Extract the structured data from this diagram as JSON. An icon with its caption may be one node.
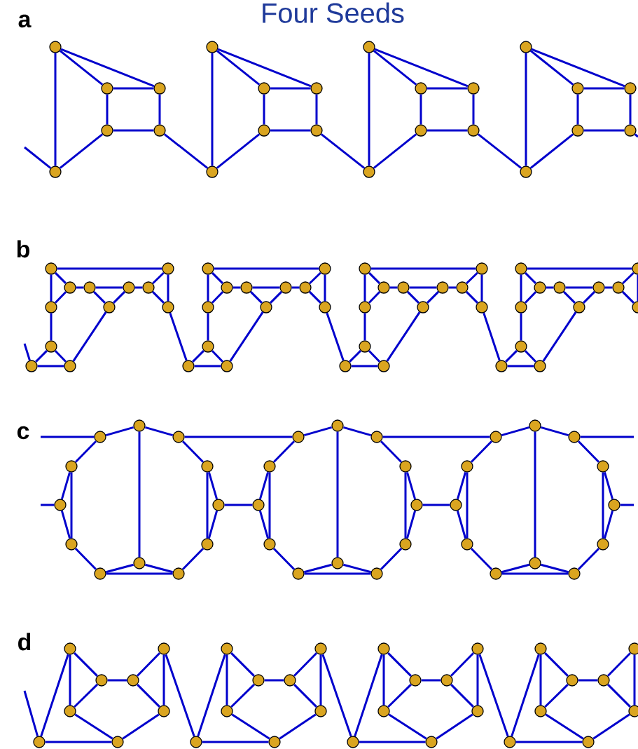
{
  "diagram": {
    "title": "Four Seeds",
    "labels": [
      "a",
      "b",
      "c",
      "d"
    ],
    "nodes": [
      {
        "text": [],
        "shape": "circle"
      },
      {
        "text": [],
        "shape": "circle"
      },
      {
        "text": [],
        "shape": "circle"
      },
      {
        "text": [],
        "shape": "circle"
      },
      {
        "text": [],
        "shape": "circle"
      },
      {
        "text": [],
        "shape": "circle"
      },
      {
        "text": [],
        "shape": "circle"
      },
      {
        "text": [],
        "shape": "circle"
      },
      {
        "text": [],
        "shape": "circle"
      },
      {
        "text": [],
        "shape": "circle"
      },
      {
        "text": [],
        "shape": "circle"
      },
      {
        "text": [],
        "shape": "circle"
      },
      {
        "text": [],
        "shape": "circle"
      },
      {
        "text": [],
        "shape": "circle"
      },
      {
        "text": [],
        "shape": "circle"
      },
      {
        "text": [],
        "shape": "circle"
      },
      {
        "text": [],
        "shape": "circle"
      },
      {
        "text": [],
        "shape": "circle"
      },
      {
        "text": [],
        "shape": "circle"
      },
      {
        "text": [],
        "shape": "circle"
      },
      {
        "text": [],
        "shape": "circle"
      },
      {
        "text": [],
        "shape": "circle"
      },
      {
        "text": [],
        "shape": "circle"
      },
      {
        "text": [],
        "shape": "circle"
      },
      {
        "text": [],
        "shape": "circle"
      },
      {
        "text": [],
        "shape": "circle"
      },
      {
        "text": [],
        "shape": "circle"
      },
      {
        "text": [],
        "shape": "circle"
      },
      {
        "text": [],
        "shape": "circle"
      },
      {
        "text": [],
        "shape": "circle"
      },
      {
        "text": [],
        "shape": "circle"
      },
      {
        "text": [],
        "shape": "circle"
      },
      {
        "text": [],
        "shape": "circle"
      },
      {
        "text": [],
        "shape": "circle"
      },
      {
        "text": [],
        "shape": "circle"
      },
      {
        "text": [],
        "shape": "circle"
      },
      {
        "text": [],
        "shape": "circle"
      },
      {
        "text": [],
        "shape": "circle"
      },
      {
        "text": [],
        "shape": "circle"
      },
      {
        "text": [],
        "shape": "circle"
      },
      {
        "text": [],
        "shape": "circle"
      },
      {
        "text": [],
        "shape": "circle"
      },
      {
        "text": [],
        "shape": "circle"
      },
      {
        "text": [],
        "shape": "circle"
      },
      {
        "text": [],
        "shape": "circle"
      },
      {
        "text": [],
        "shape": "circle"
      },
      {
        "text": [],
        "shape": "circle"
      },
      {
        "text": [],
        "shape": "circle"
      },
      {
        "text": [],
        "shape": "circle"
      },
      {
        "text": [],
        "shape": "circle"
      },
      {
        "text": [],
        "shape": "circle"
      },
      {
        "text": [],
        "shape": "circle"
      },
      {
        "text": [],
        "shape": "circle"
      },
      {
        "text": [],
        "shape": "circle"
      },
      {
        "text": [],
        "shape": "circle"
      },
      {
        "text": [],
        "shape": "circle"
      },
      {
        "text": [],
        "shape": "circle"
      },
      {
        "text": [],
        "shape": "circle"
      },
      {
        "text": [],
        "shape": "circle"
      },
      {
        "text": [],
        "shape": "circle"
      },
      {
        "text": [],
        "shape": "circle"
      },
      {
        "text": [],
        "shape": "circle"
      },
      {
        "text": [],
        "shape": "circle"
      },
      {
        "text": [],
        "shape": "circle"
      },
      {
        "text": [],
        "shape": "circle"
      },
      {
        "text": [],
        "shape": "circle"
      },
      {
        "text": [],
        "shape": "circle"
      },
      {
        "text": [],
        "shape": "circle"
      },
      {
        "text": [],
        "shape": "circle"
      },
      {
        "text": [],
        "shape": "circle"
      },
      {
        "text": [],
        "shape": "circle"
      },
      {
        "text": [],
        "shape": "circle"
      },
      {
        "text": [],
        "shape": "circle"
      },
      {
        "text": [],
        "shape": "circle"
      },
      {
        "text": [],
        "shape": "circle"
      },
      {
        "text": [],
        "shape": "circle"
      },
      {
        "text": [],
        "shape": "circle"
      },
      {
        "text": [],
        "shape": "circle"
      },
      {
        "text": [],
        "shape": "circle"
      },
      {
        "text": [],
        "shape": "circle"
      },
      {
        "text": [],
        "shape": "circle"
      },
      {
        "text": [],
        "shape": "circle"
      },
      {
        "text": [],
        "shape": "circle"
      },
      {
        "text": [],
        "shape": "circle"
      },
      {
        "text": [],
        "shape": "circle"
      },
      {
        "text": [],
        "shape": "circle"
      },
      {
        "text": [],
        "shape": "circle"
      },
      {
        "text": [],
        "shape": "circle"
      },
      {
        "text": [],
        "shape": "circle"
      },
      {
        "text": [],
        "shape": "circle"
      },
      {
        "text": [],
        "shape": "circle"
      },
      {
        "text": [],
        "shape": "circle"
      },
      {
        "text": [],
        "shape": "circle"
      },
      {
        "text": [],
        "shape": "circle"
      },
      {
        "text": [],
        "shape": "circle"
      },
      {
        "text": [],
        "shape": "circle"
      },
      {
        "text": [],
        "shape": "circle"
      },
      {
        "text": [],
        "shape": "circle"
      },
      {
        "text": [],
        "shape": "circle"
      },
      {
        "text": [],
        "shape": "circle"
      },
      {
        "text": [],
        "shape": "circle"
      },
      {
        "text": [],
        "shape": "circle"
      },
      {
        "text": [],
        "shape": "circle"
      },
      {
        "text": [],
        "shape": "circle"
      },
      {
        "text": [],
        "shape": "circle"
      },
      {
        "text": [],
        "shape": "circle"
      },
      {
        "text": [],
        "shape": "circle"
      },
      {
        "text": [],
        "shape": "circle"
      },
      {
        "text": [],
        "shape": "circle"
      },
      {
        "text": [],
        "shape": "circle"
      },
      {
        "text": [],
        "shape": "circle"
      },
      {
        "text": [],
        "shape": "circle"
      },
      {
        "text": [],
        "shape": "circle"
      },
      {
        "text": [],
        "shape": "circle"
      },
      {
        "text": [],
        "shape": "circle"
      },
      {
        "text": [],
        "shape": "circle"
      },
      {
        "text": [],
        "shape": "circle"
      },
      {
        "text": [],
        "shape": "circle"
      },
      {
        "text": [],
        "shape": "circle"
      },
      {
        "text": [],
        "shape": "circle"
      },
      {
        "text": [],
        "shape": "circle"
      },
      {
        "text": [],
        "shape": "circle"
      },
      {
        "text": [],
        "shape": "circle"
      },
      {
        "text": [],
        "shape": "circle"
      },
      {
        "text": [],
        "shape": "circle"
      },
      {
        "text": [],
        "shape": "circle"
      },
      {
        "text": [],
        "shape": "circle"
      },
      {
        "text": [],
        "shape": "circle"
      },
      {
        "text": [],
        "shape": "circle"
      },
      {
        "text": [],
        "shape": "circle"
      },
      {
        "text": [],
        "shape": "circle"
      },
      {
        "text": [],
        "shape": "circle"
      },
      {
        "text": [],
        "shape": "circle"
      },
      {
        "text": [],
        "shape": "circle"
      },
      {
        "text": [],
        "shape": "circle"
      },
      {
        "text": [],
        "shape": "circle"
      },
      {
        "text": [],
        "shape": "circle"
      },
      {
        "text": [],
        "shape": "circle"
      },
      {
        "text": [],
        "shape": "circle"
      },
      {
        "text": [],
        "shape": "circle"
      }
    ],
    "edges": [
      {
        "from": null,
        "to": 5,
        "arrow": "none"
      },
      {
        "from": 0,
        "to": 5,
        "arrow": "none"
      },
      {
        "from": 0,
        "to": 1,
        "arrow": "none"
      },
      {
        "from": 0,
        "to": 2,
        "arrow": "none"
      },
      {
        "from": 1,
        "to": 2,
        "arrow": "none"
      },
      {
        "from": 1,
        "to": 3,
        "arrow": "none"
      },
      {
        "from": 2,
        "to": 4,
        "arrow": "none"
      },
      {
        "from": 3,
        "to": 4,
        "arrow": "none"
      },
      {
        "from": 3,
        "to": 5,
        "arrow": "none"
      },
      {
        "from": 4,
        "to": 11,
        "arrow": "none"
      },
      {
        "from": 6,
        "to": 11,
        "arrow": "none"
      },
      {
        "from": 6,
        "to": 7,
        "arrow": "none"
      },
      {
        "from": 6,
        "to": 8,
        "arrow": "none"
      },
      {
        "from": 7,
        "to": 8,
        "arrow": "none"
      },
      {
        "from": 7,
        "to": 9,
        "arrow": "none"
      },
      {
        "from": 8,
        "to": 10,
        "arrow": "none"
      },
      {
        "from": 9,
        "to": 10,
        "arrow": "none"
      },
      {
        "from": 9,
        "to": 11,
        "arrow": "none"
      },
      {
        "from": 10,
        "to": 17,
        "arrow": "none"
      },
      {
        "from": 12,
        "to": 17,
        "arrow": "none"
      },
      {
        "from": 12,
        "to": 13,
        "arrow": "none"
      },
      {
        "from": 12,
        "to": 14,
        "arrow": "none"
      },
      {
        "from": 13,
        "to": 14,
        "arrow": "none"
      },
      {
        "from": 13,
        "to": 15,
        "arrow": "none"
      },
      {
        "from": 14,
        "to": 16,
        "arrow": "none"
      },
      {
        "from": 15,
        "to": 16,
        "arrow": "none"
      },
      {
        "from": 15,
        "to": 17,
        "arrow": "none"
      },
      {
        "from": 16,
        "to": 23,
        "arrow": "none"
      },
      {
        "from": 18,
        "to": 23,
        "arrow": "none"
      },
      {
        "from": 18,
        "to": 19,
        "arrow": "none"
      },
      {
        "from": 18,
        "to": 20,
        "arrow": "none"
      },
      {
        "from": 19,
        "to": 20,
        "arrow": "none"
      },
      {
        "from": 19,
        "to": 21,
        "arrow": "none"
      },
      {
        "from": 20,
        "to": 22,
        "arrow": "none"
      },
      {
        "from": 21,
        "to": 22,
        "arrow": "none"
      },
      {
        "from": 21,
        "to": 23,
        "arrow": "none"
      },
      {
        "from": 22,
        "to": null,
        "arrow": "none"
      },
      {
        "from": null,
        "to": 34,
        "arrow": "none"
      },
      {
        "from": 24,
        "to": 25,
        "arrow": "none"
      },
      {
        "from": 24,
        "to": 26,
        "arrow": "none"
      },
      {
        "from": 24,
        "to": 30,
        "arrow": "none"
      },
      {
        "from": 26,
        "to": 27,
        "arrow": "none"
      },
      {
        "from": 26,
        "to": 30,
        "arrow": "none"
      },
      {
        "from": 27,
        "to": 28,
        "arrow": "none"
      },
      {
        "from": 27,
        "to": 31,
        "arrow": "none"
      },
      {
        "from": 31,
        "to": 28,
        "arrow": "none"
      },
      {
        "from": 28,
        "to": 29,
        "arrow": "none"
      },
      {
        "from": 29,
        "to": 25,
        "arrow": "none"
      },
      {
        "from": 29,
        "to": 32,
        "arrow": "none"
      },
      {
        "from": 25,
        "to": 32,
        "arrow": "none"
      },
      {
        "from": 30,
        "to": 33,
        "arrow": "none"
      },
      {
        "from": 33,
        "to": 34,
        "arrow": "none"
      },
      {
        "from": 33,
        "to": 35,
        "arrow": "none"
      },
      {
        "from": 34,
        "to": 35,
        "arrow": "none"
      },
      {
        "from": 35,
        "to": 31,
        "arrow": "none"
      },
      {
        "from": 32,
        "to": 46,
        "arrow": "none"
      },
      {
        "from": 36,
        "to": 37,
        "arrow": "none"
      },
      {
        "from": 36,
        "to": 38,
        "arrow": "none"
      },
      {
        "from": 36,
        "to": 42,
        "arrow": "none"
      },
      {
        "from": 38,
        "to": 39,
        "arrow": "none"
      },
      {
        "from": 38,
        "to": 42,
        "arrow": "none"
      },
      {
        "from": 39,
        "to": 40,
        "arrow": "none"
      },
      {
        "from": 39,
        "to": 43,
        "arrow": "none"
      },
      {
        "from": 43,
        "to": 40,
        "arrow": "none"
      },
      {
        "from": 40,
        "to": 41,
        "arrow": "none"
      },
      {
        "from": 41,
        "to": 37,
        "arrow": "none"
      },
      {
        "from": 41,
        "to": 44,
        "arrow": "none"
      },
      {
        "from": 37,
        "to": 44,
        "arrow": "none"
      },
      {
        "from": 42,
        "to": 45,
        "arrow": "none"
      },
      {
        "from": 45,
        "to": 46,
        "arrow": "none"
      },
      {
        "from": 45,
        "to": 47,
        "arrow": "none"
      },
      {
        "from": 46,
        "to": 47,
        "arrow": "none"
      },
      {
        "from": 47,
        "to": 43,
        "arrow": "none"
      },
      {
        "from": 44,
        "to": 58,
        "arrow": "none"
      },
      {
        "from": 48,
        "to": 49,
        "arrow": "none"
      },
      {
        "from": 48,
        "to": 50,
        "arrow": "none"
      },
      {
        "from": 48,
        "to": 54,
        "arrow": "none"
      },
      {
        "from": 50,
        "to": 51,
        "arrow": "none"
      },
      {
        "from": 50,
        "to": 54,
        "arrow": "none"
      },
      {
        "from": 51,
        "to": 52,
        "arrow": "none"
      },
      {
        "from": 51,
        "to": 55,
        "arrow": "none"
      },
      {
        "from": 55,
        "to": 52,
        "arrow": "none"
      },
      {
        "from": 52,
        "to": 53,
        "arrow": "none"
      },
      {
        "from": 53,
        "to": 49,
        "arrow": "none"
      },
      {
        "from": 53,
        "to": 56,
        "arrow": "none"
      },
      {
        "from": 49,
        "to": 56,
        "arrow": "none"
      },
      {
        "from": 54,
        "to": 57,
        "arrow": "none"
      },
      {
        "from": 57,
        "to": 58,
        "arrow": "none"
      },
      {
        "from": 57,
        "to": 59,
        "arrow": "none"
      },
      {
        "from": 58,
        "to": 59,
        "arrow": "none"
      },
      {
        "from": 59,
        "to": 55,
        "arrow": "none"
      },
      {
        "from": 56,
        "to": 70,
        "arrow": "none"
      },
      {
        "from": 60,
        "to": 61,
        "arrow": "none"
      },
      {
        "from": 60,
        "to": 62,
        "arrow": "none"
      },
      {
        "from": 60,
        "to": 66,
        "arrow": "none"
      },
      {
        "from": 62,
        "to": 63,
        "arrow": "none"
      },
      {
        "from": 62,
        "to": 66,
        "arrow": "none"
      },
      {
        "from": 63,
        "to": 64,
        "arrow": "none"
      },
      {
        "from": 63,
        "to": 67,
        "arrow": "none"
      },
      {
        "from": 67,
        "to": 64,
        "arrow": "none"
      },
      {
        "from": 64,
        "to": 65,
        "arrow": "none"
      },
      {
        "from": 65,
        "to": 61,
        "arrow": "none"
      },
      {
        "from": 65,
        "to": 68,
        "arrow": "none"
      },
      {
        "from": 61,
        "to": 68,
        "arrow": "none"
      },
      {
        "from": 66,
        "to": 69,
        "arrow": "none"
      },
      {
        "from": 69,
        "to": 70,
        "arrow": "none"
      },
      {
        "from": 69,
        "to": 71,
        "arrow": "none"
      },
      {
        "from": 70,
        "to": 71,
        "arrow": "none"
      },
      {
        "from": 71,
        "to": 67,
        "arrow": "none"
      },
      {
        "from": null,
        "to": 83,
        "arrow": "none"
      },
      {
        "from": null,
        "to": 81,
        "arrow": "none"
      },
      {
        "from": 83,
        "to": 72,
        "arrow": "none"
      },
      {
        "from": 72,
        "to": 73,
        "arrow": "none"
      },
      {
        "from": 73,
        "to": 74,
        "arrow": "none"
      },
      {
        "from": 74,
        "to": 76,
        "arrow": "none"
      },
      {
        "from": 74,
        "to": 75,
        "arrow": "none"
      },
      {
        "from": 75,
        "to": 76,
        "arrow": "none"
      },
      {
        "from": 76,
        "to": 77,
        "arrow": "none"
      },
      {
        "from": 77,
        "to": 78,
        "arrow": "none"
      },
      {
        "from": 78,
        "to": 79,
        "arrow": "none"
      },
      {
        "from": 77,
        "to": 79,
        "arrow": "none"
      },
      {
        "from": 79,
        "to": 80,
        "arrow": "none"
      },
      {
        "from": 80,
        "to": 82,
        "arrow": "none"
      },
      {
        "from": 80,
        "to": 81,
        "arrow": "none"
      },
      {
        "from": 81,
        "to": 82,
        "arrow": "none"
      },
      {
        "from": 82,
        "to": 83,
        "arrow": "none"
      },
      {
        "from": 72,
        "to": 78,
        "arrow": "none"
      },
      {
        "from": 73,
        "to": 95,
        "arrow": "none"
      },
      {
        "from": 75,
        "to": 93,
        "arrow": "none"
      },
      {
        "from": 95,
        "to": 84,
        "arrow": "none"
      },
      {
        "from": 84,
        "to": 85,
        "arrow": "none"
      },
      {
        "from": 85,
        "to": 86,
        "arrow": "none"
      },
      {
        "from": 86,
        "to": 88,
        "arrow": "none"
      },
      {
        "from": 86,
        "to": 87,
        "arrow": "none"
      },
      {
        "from": 87,
        "to": 88,
        "arrow": "none"
      },
      {
        "from": 88,
        "to": 89,
        "arrow": "none"
      },
      {
        "from": 89,
        "to": 90,
        "arrow": "none"
      },
      {
        "from": 90,
        "to": 91,
        "arrow": "none"
      },
      {
        "from": 89,
        "to": 91,
        "arrow": "none"
      },
      {
        "from": 91,
        "to": 92,
        "arrow": "none"
      },
      {
        "from": 92,
        "to": 94,
        "arrow": "none"
      },
      {
        "from": 92,
        "to": 93,
        "arrow": "none"
      },
      {
        "from": 93,
        "to": 94,
        "arrow": "none"
      },
      {
        "from": 94,
        "to": 95,
        "arrow": "none"
      },
      {
        "from": 84,
        "to": 90,
        "arrow": "none"
      },
      {
        "from": 85,
        "to": 107,
        "arrow": "none"
      },
      {
        "from": 87,
        "to": 105,
        "arrow": "none"
      },
      {
        "from": 107,
        "to": 96,
        "arrow": "none"
      },
      {
        "from": 96,
        "to": 97,
        "arrow": "none"
      },
      {
        "from": 97,
        "to": 98,
        "arrow": "none"
      },
      {
        "from": 98,
        "to": 100,
        "arrow": "none"
      },
      {
        "from": 98,
        "to": 99,
        "arrow": "none"
      },
      {
        "from": 99,
        "to": 100,
        "arrow": "none"
      },
      {
        "from": 100,
        "to": 101,
        "arrow": "none"
      },
      {
        "from": 101,
        "to": 102,
        "arrow": "none"
      },
      {
        "from": 102,
        "to": 103,
        "arrow": "none"
      },
      {
        "from": 101,
        "to": 103,
        "arrow": "none"
      },
      {
        "from": 103,
        "to": 104,
        "arrow": "none"
      },
      {
        "from": 104,
        "to": 106,
        "arrow": "none"
      },
      {
        "from": 104,
        "to": 105,
        "arrow": "none"
      },
      {
        "from": 105,
        "to": 106,
        "arrow": "none"
      },
      {
        "from": 106,
        "to": 107,
        "arrow": "none"
      },
      {
        "from": 96,
        "to": 102,
        "arrow": "none"
      },
      {
        "from": 97,
        "to": null,
        "arrow": "none"
      },
      {
        "from": 99,
        "to": null,
        "arrow": "none"
      },
      {
        "from": null,
        "to": 115,
        "arrow": "none"
      },
      {
        "from": 108,
        "to": 109,
        "arrow": "none"
      },
      {
        "from": 108,
        "to": 112,
        "arrow": "none"
      },
      {
        "from": 108,
        "to": 115,
        "arrow": "none"
      },
      {
        "from": 109,
        "to": 110,
        "arrow": "none"
      },
      {
        "from": 109,
        "to": 112,
        "arrow": "none"
      },
      {
        "from": 110,
        "to": 111,
        "arrow": "none"
      },
      {
        "from": 110,
        "to": 113,
        "arrow": "none"
      },
      {
        "from": 111,
        "to": 113,
        "arrow": "none"
      },
      {
        "from": 112,
        "to": 114,
        "arrow": "none"
      },
      {
        "from": 113,
        "to": 114,
        "arrow": "none"
      },
      {
        "from": 115,
        "to": 114,
        "arrow": "none"
      },
      {
        "from": 111,
        "to": 123,
        "arrow": "none"
      },
      {
        "from": 116,
        "to": 117,
        "arrow": "none"
      },
      {
        "from": 116,
        "to": 120,
        "arrow": "none"
      },
      {
        "from": 116,
        "to": 123,
        "arrow": "none"
      },
      {
        "from": 117,
        "to": 118,
        "arrow": "none"
      },
      {
        "from": 117,
        "to": 120,
        "arrow": "none"
      },
      {
        "from": 118,
        "to": 119,
        "arrow": "none"
      },
      {
        "from": 118,
        "to": 121,
        "arrow": "none"
      },
      {
        "from": 119,
        "to": 121,
        "arrow": "none"
      },
      {
        "from": 120,
        "to": 122,
        "arrow": "none"
      },
      {
        "from": 121,
        "to": 122,
        "arrow": "none"
      },
      {
        "from": 123,
        "to": 122,
        "arrow": "none"
      },
      {
        "from": 119,
        "to": 131,
        "arrow": "none"
      },
      {
        "from": 124,
        "to": 125,
        "arrow": "none"
      },
      {
        "from": 124,
        "to": 128,
        "arrow": "none"
      },
      {
        "from": 124,
        "to": 131,
        "arrow": "none"
      },
      {
        "from": 125,
        "to": 126,
        "arrow": "none"
      },
      {
        "from": 125,
        "to": 128,
        "arrow": "none"
      },
      {
        "from": 126,
        "to": 127,
        "arrow": "none"
      },
      {
        "from": 126,
        "to": 129,
        "arrow": "none"
      },
      {
        "from": 127,
        "to": 129,
        "arrow": "none"
      },
      {
        "from": 128,
        "to": 130,
        "arrow": "none"
      },
      {
        "from": 129,
        "to": 130,
        "arrow": "none"
      },
      {
        "from": 131,
        "to": 130,
        "arrow": "none"
      },
      {
        "from": 127,
        "to": 139,
        "arrow": "none"
      },
      {
        "from": 132,
        "to": 133,
        "arrow": "none"
      },
      {
        "from": 132,
        "to": 136,
        "arrow": "none"
      },
      {
        "from": 132,
        "to": 139,
        "arrow": "none"
      },
      {
        "from": 133,
        "to": 134,
        "arrow": "none"
      },
      {
        "from": 133,
        "to": 136,
        "arrow": "none"
      },
      {
        "from": 134,
        "to": 135,
        "arrow": "none"
      },
      {
        "from": 134,
        "to": 137,
        "arrow": "none"
      },
      {
        "from": 135,
        "to": 137,
        "arrow": "none"
      },
      {
        "from": 136,
        "to": 138,
        "arrow": "none"
      },
      {
        "from": 137,
        "to": 138,
        "arrow": "none"
      },
      {
        "from": 139,
        "to": 138,
        "arrow": "none"
      }
    ]
  }
}
